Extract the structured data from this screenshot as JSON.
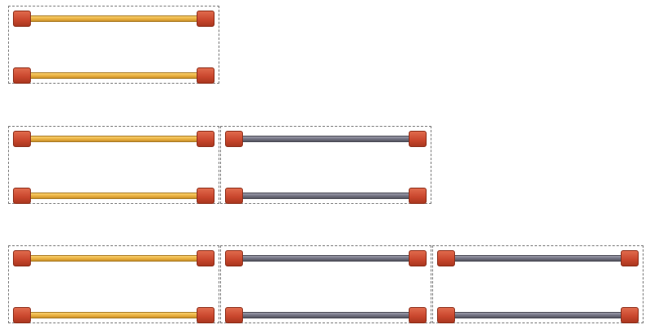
{
  "figure": {
    "rows": [
      {
        "bays": [
          "gold"
        ]
      },
      {
        "bays": [
          "gold",
          "gray"
        ]
      },
      {
        "bays": [
          "gold",
          "gray",
          "gray"
        ]
      }
    ]
  },
  "colors": {
    "gold_rail": "#eab13f",
    "gray_rail": "#707080",
    "clamp": "#c8452c",
    "bay_border": "#7a7a7a"
  }
}
